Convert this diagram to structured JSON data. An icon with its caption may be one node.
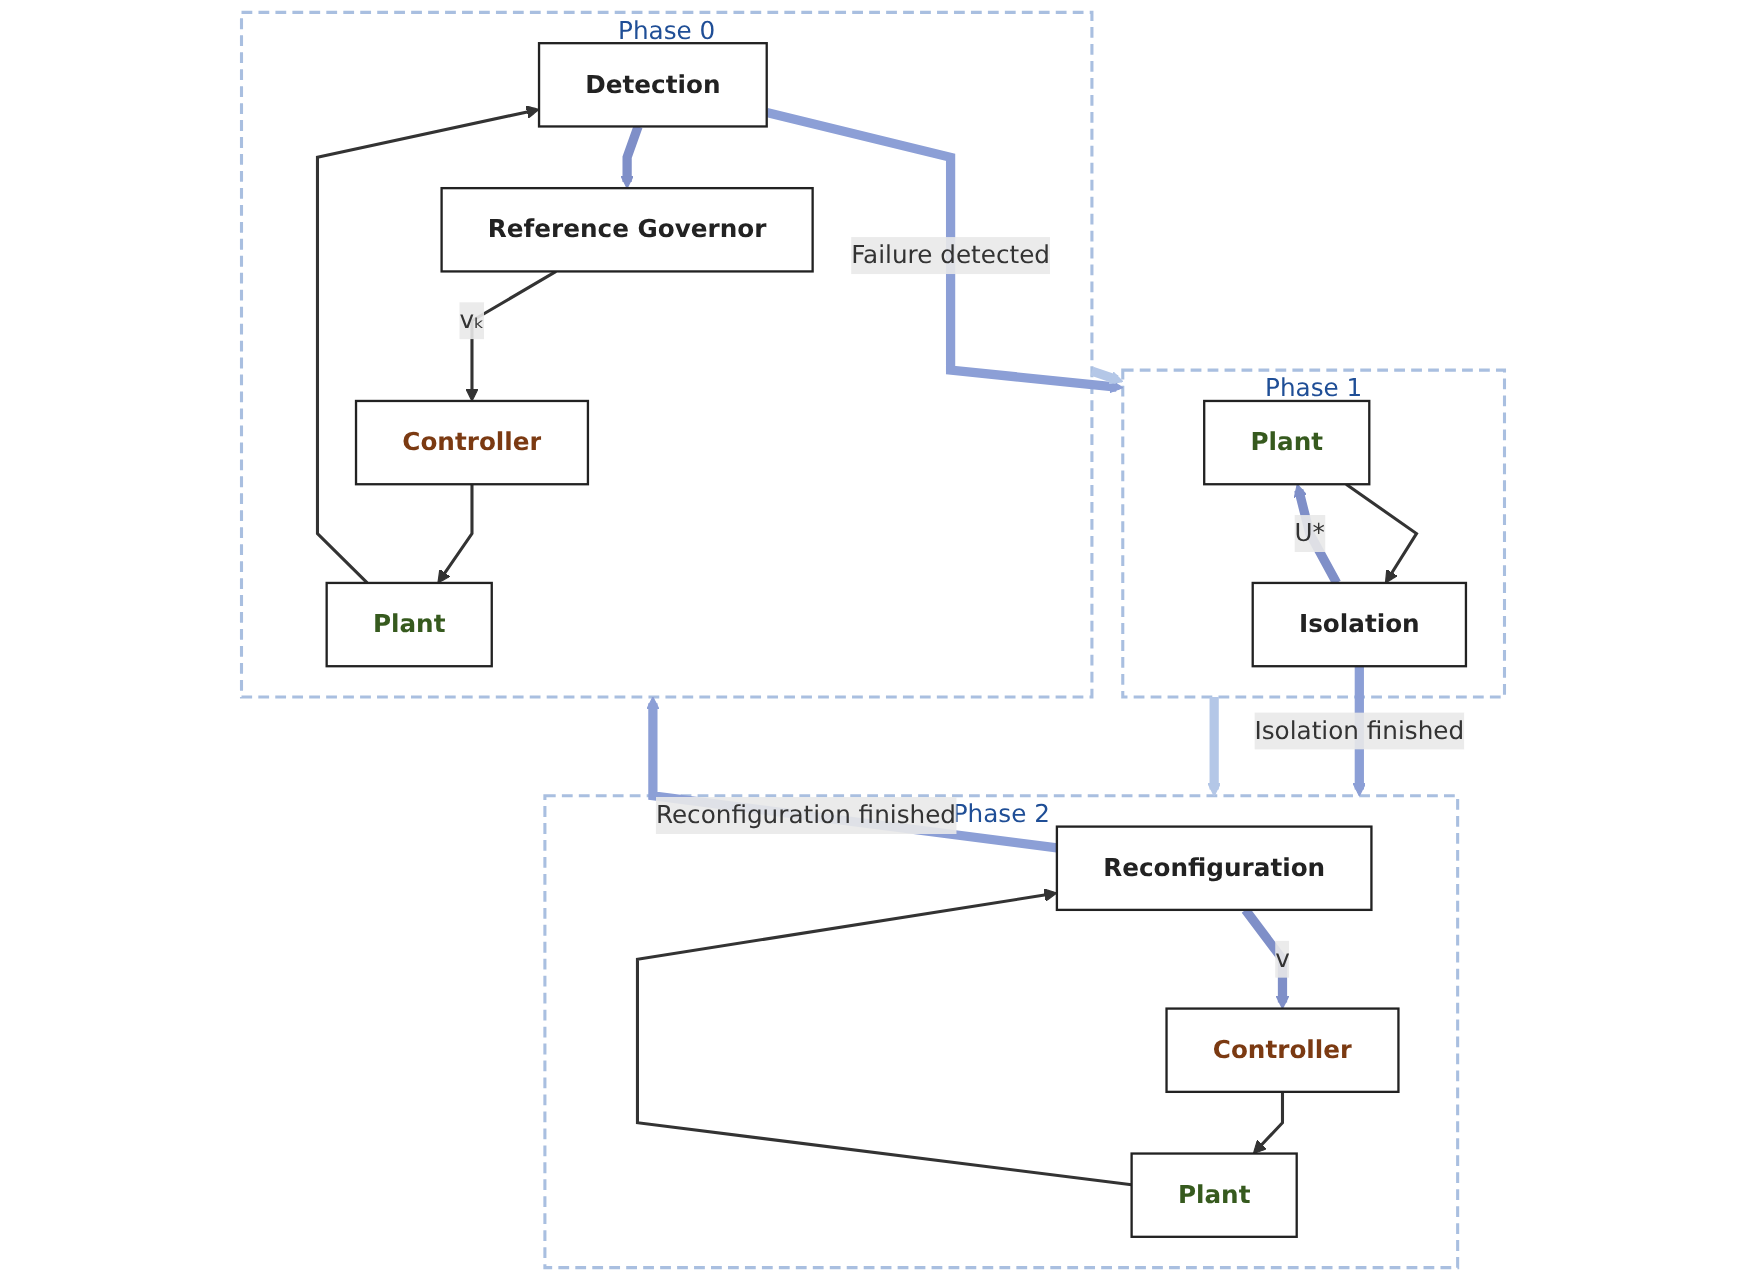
{
  "diagram": {
    "nodes": [
      {
        "text": [
          "Phase 0"
        ]
      },
      {
        "text": [
          "Detection"
        ],
        "in": 0
      },
      {
        "text": [
          "Reference Governor"
        ],
        "in": 0
      },
      {
        "text": [
          "Controller"
        ],
        "in": 0
      },
      {
        "text": [
          "Plant"
        ],
        "in": 0
      },
      {
        "text": [
          "Phase 1"
        ]
      },
      {
        "text": [
          "Isolation"
        ],
        "in": 5
      },
      {
        "text": [
          "Plant"
        ],
        "in": 5
      },
      {
        "text": [
          "Phase 2"
        ]
      },
      {
        "text": [
          "Reconfiguration"
        ],
        "in": 8
      },
      {
        "text": [
          "Controller"
        ],
        "in": 8
      },
      {
        "text": [
          "Plant"
        ],
        "in": 8
      }
    ],
    "edges": [
      {
        "from": 4,
        "to": 1,
        "arrow": "to"
      },
      {
        "from": 1,
        "to": 2,
        "arrow": "to",
        "color": "#7f8fc8"
      },
      {
        "from": 2,
        "to": 3,
        "arrow": "to",
        "label": "vₖ"
      },
      {
        "from": 3,
        "to": 4,
        "arrow": "to"
      },
      {
        "from": 1,
        "to": 5,
        "arrow": "to",
        "label": "Failure detected",
        "color": "#8c9fd6"
      },
      {
        "from": 0,
        "to": 5,
        "arrow": "to",
        "color": "#b4c7e7"
      },
      {
        "from": 7,
        "to": 6,
        "arrow": "to"
      },
      {
        "from": 6,
        "to": 7,
        "arrow": "to",
        "label": "U*",
        "color": "#7f8fc8"
      },
      {
        "from": 6,
        "to": 8,
        "arrow": "to",
        "label": "Isolation finished",
        "color": "#8c9fd6"
      },
      {
        "from": 5,
        "to": 8,
        "arrow": "to",
        "color": "#b4c7e7"
      },
      {
        "from": 11,
        "to": 9,
        "arrow": "to"
      },
      {
        "from": 9,
        "to": 10,
        "arrow": "to",
        "label": "v",
        "color": "#7f8fc8"
      },
      {
        "from": 10,
        "to": 11,
        "arrow": "to"
      },
      {
        "from": 9,
        "to": 0,
        "arrow": "to",
        "label": "Reconfiguration finished",
        "color": "#8c9fd6"
      }
    ]
  }
}
